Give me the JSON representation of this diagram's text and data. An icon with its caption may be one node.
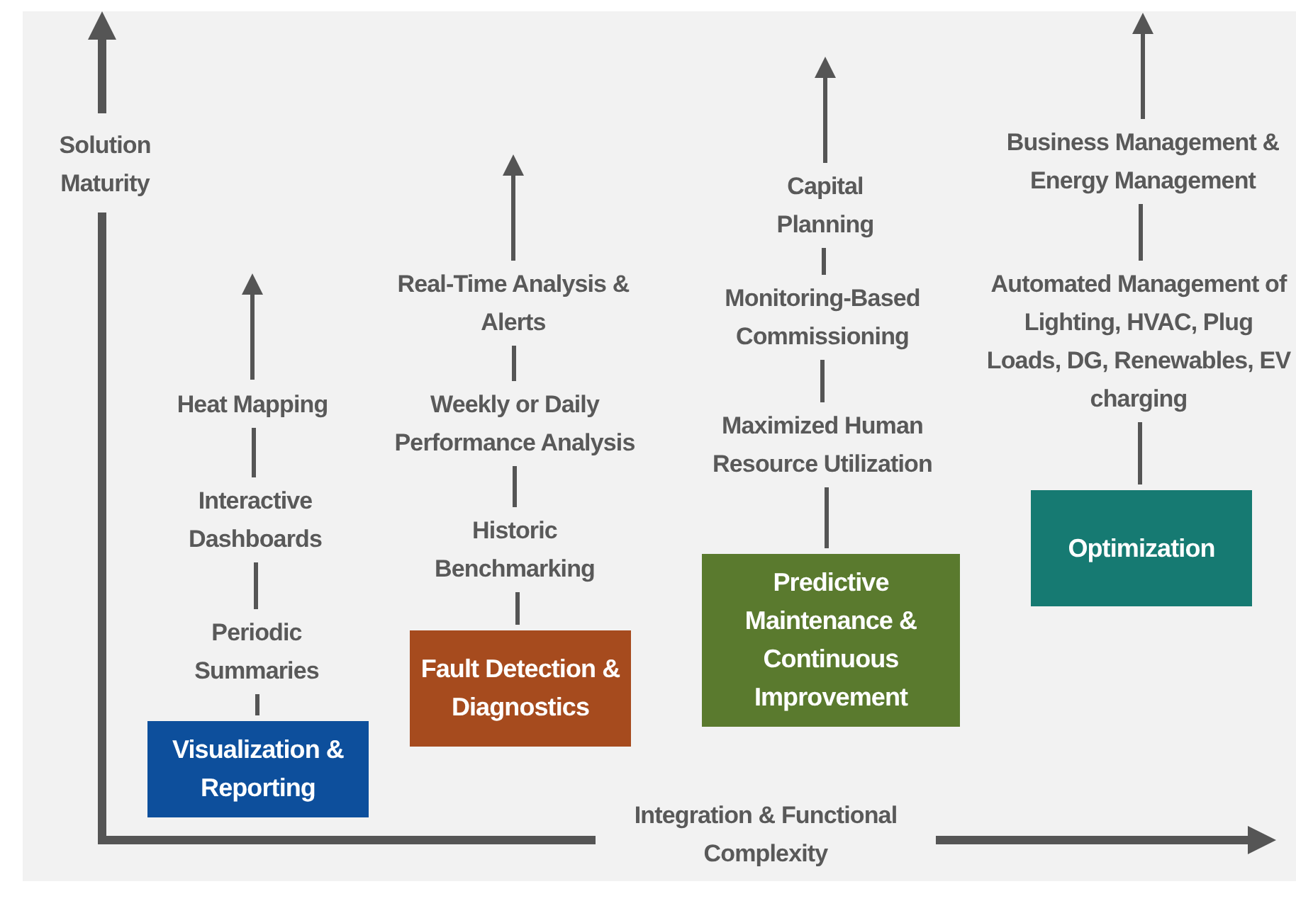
{
  "diagram": {
    "nodes": [
      {
        "text": [
          "Visualization & Reporting"
        ]
      },
      {
        "text": [
          "Periodic Summaries"
        ]
      },
      {
        "text": [
          "Interactive Dashboards"
        ]
      },
      {
        "text": [
          "Heat Mapping"
        ]
      },
      {
        "text": [
          "Fault Detection & Diagnostics"
        ]
      },
      {
        "text": [
          "Historic Benchmarking"
        ]
      },
      {
        "text": [
          "Weekly or Daily Performance Analysis"
        ]
      },
      {
        "text": [
          "Real-Time Analysis & Alerts"
        ]
      },
      {
        "text": [
          "Predictive Maintenance & Continuous Improvement"
        ]
      },
      {
        "text": [
          "Maximized Human Resource Utilization"
        ]
      },
      {
        "text": [
          "Monitoring-Based Commissioning"
        ]
      },
      {
        "text": [
          "Capital Planning"
        ]
      },
      {
        "text": [
          "Optimization"
        ]
      },
      {
        "text": [
          "Automated Management of Lighting, HVAC, Plug Loads, DG, Renewables, EV charging"
        ]
      },
      {
        "text": [
          "Business Management & Energy Management"
        ]
      }
    ],
    "edges": [
      {
        "from": 0,
        "to": 1,
        "arrow": "none"
      },
      {
        "from": 1,
        "to": 2,
        "arrow": "none"
      },
      {
        "from": 2,
        "to": 3,
        "arrow": "none"
      },
      {
        "from": 3,
        "to": null,
        "arrow": "to"
      },
      {
        "from": 4,
        "to": 5,
        "arrow": "none"
      },
      {
        "from": 5,
        "to": 6,
        "arrow": "none"
      },
      {
        "from": 6,
        "to": 7,
        "arrow": "none"
      },
      {
        "from": 7,
        "to": null,
        "arrow": "to"
      },
      {
        "from": 8,
        "to": 9,
        "arrow": "none"
      },
      {
        "from": 9,
        "to": 10,
        "arrow": "none"
      },
      {
        "from": 10,
        "to": 11,
        "arrow": "none"
      },
      {
        "from": 11,
        "to": null,
        "arrow": "to"
      },
      {
        "from": 12,
        "to": 13,
        "arrow": "none"
      },
      {
        "from": 13,
        "to": 14,
        "arrow": "none"
      },
      {
        "from": 14,
        "to": null,
        "arrow": "to"
      }
    ],
    "labels": [
      "Solution Maturity",
      "Integration & Functional Complexity"
    ]
  }
}
